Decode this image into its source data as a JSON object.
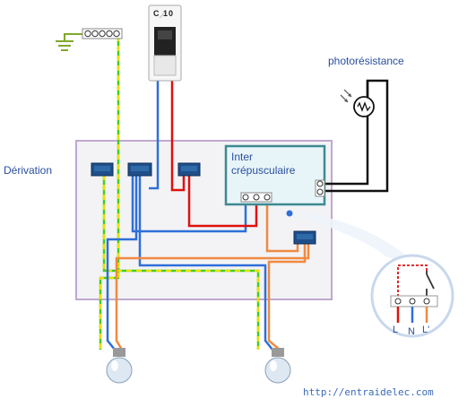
{
  "labels": {
    "derivation": "Dérivation",
    "photoresistance": "photorésistance",
    "inter_line1": "Inter",
    "inter_line2": "crépusculaire",
    "breaker": "C 10",
    "url": "http://entraidelec.com",
    "legend": {
      "l": "L",
      "n": "N",
      "lprime": "L'"
    }
  },
  "colors": {
    "phase": "#e01010",
    "neutral": "#2f6fd8",
    "switched": "#f08a40",
    "earth_green": "#44cc22",
    "earth_yellow": "#e8e000",
    "enclosure": "#c0a8d0",
    "device_border": "#3d8a90",
    "device_fill": "#e8f5f8",
    "connector": "#1f4f8a",
    "text": "#2b4fa0"
  },
  "icons": [
    "earth-icon",
    "terminal-block-icon",
    "circuit-breaker-icon",
    "photoresistor-icon",
    "light-bulb-icon",
    "switch-icon",
    "zoom-callout-icon"
  ]
}
